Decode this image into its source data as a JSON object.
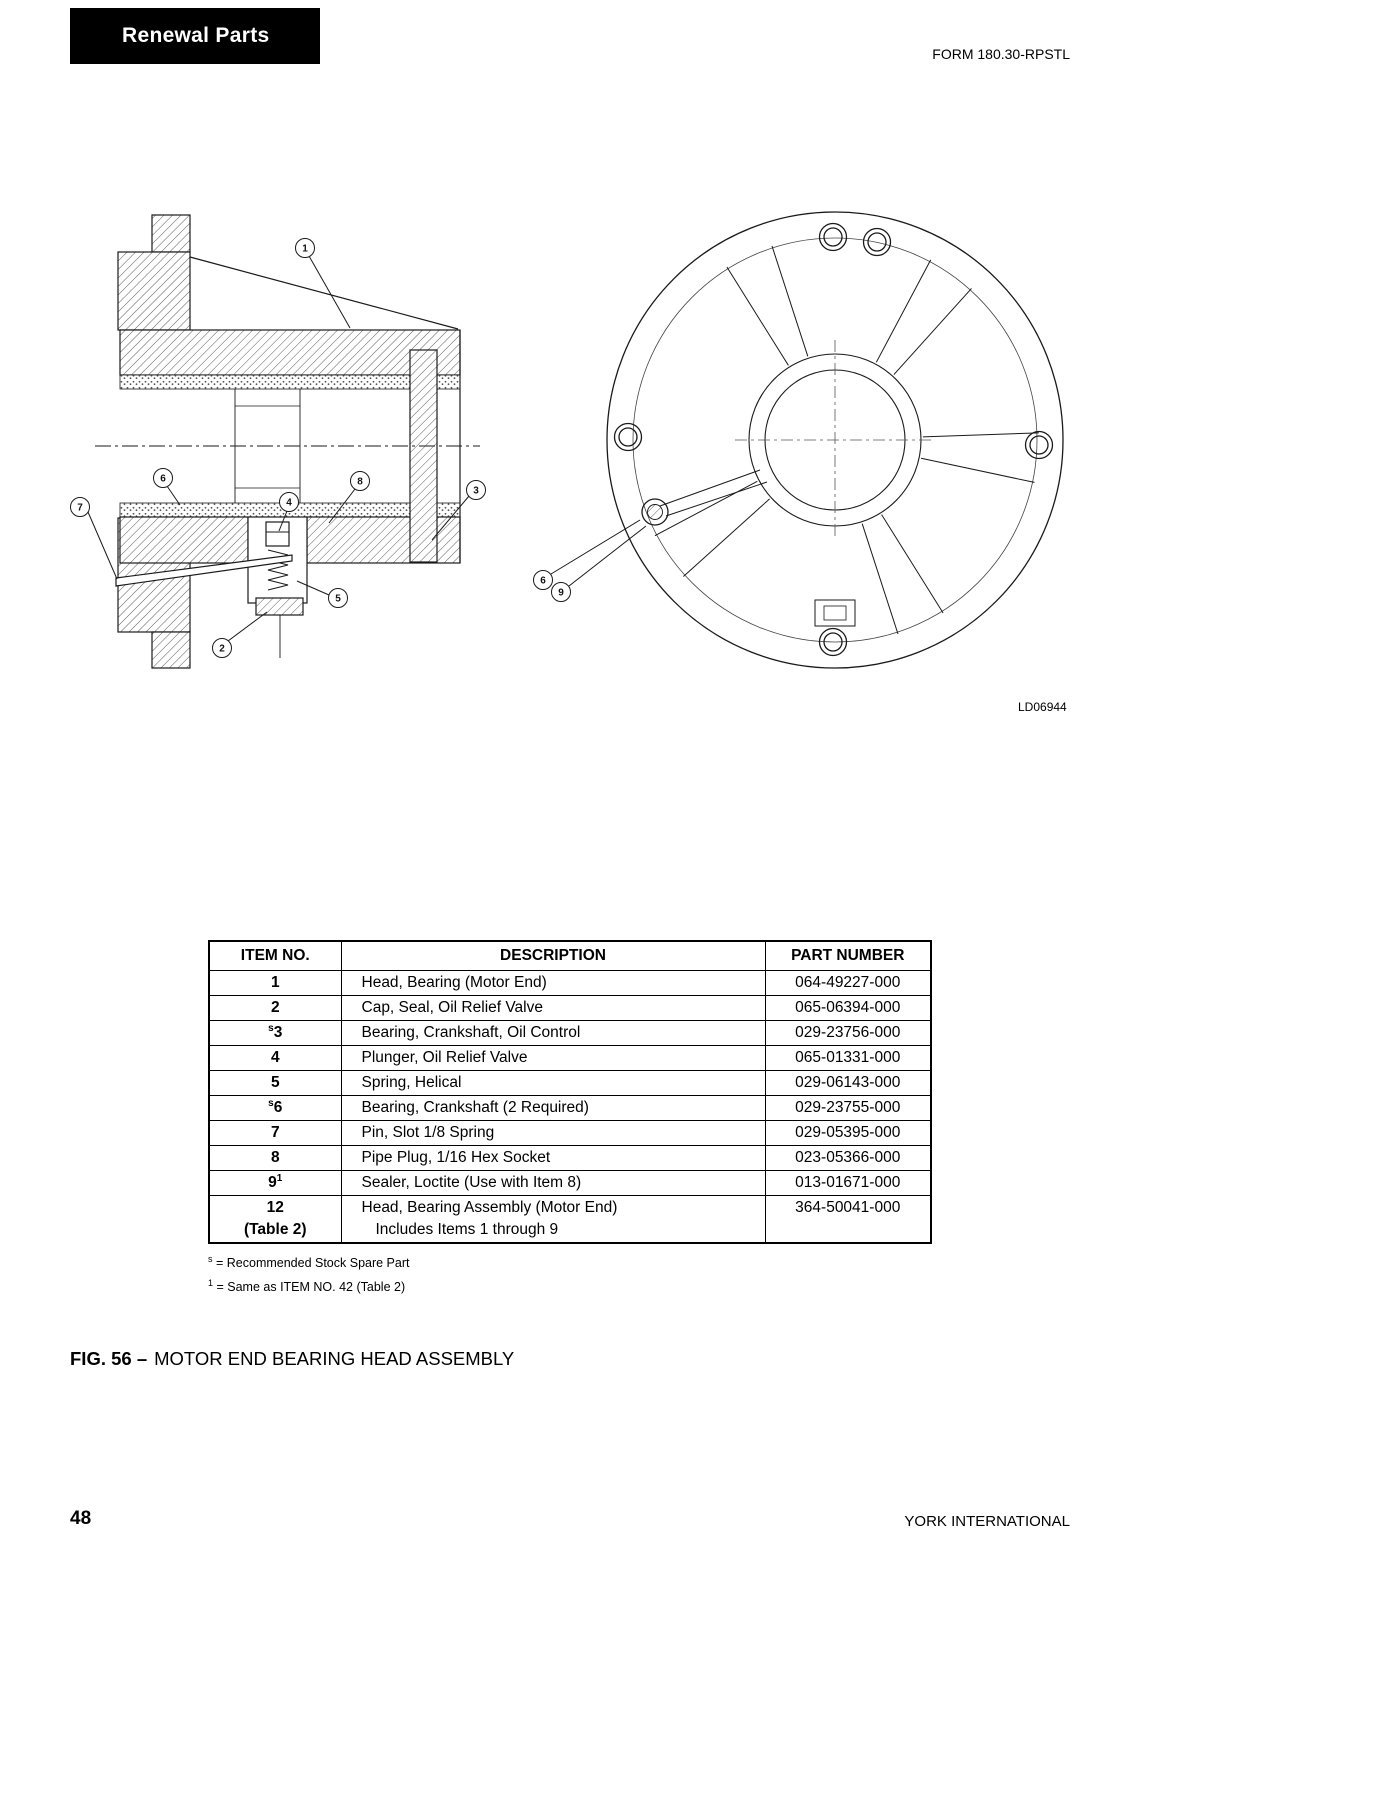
{
  "header": {
    "banner_label": "Renewal Parts",
    "form_number": "FORM 180.30-RPSTL"
  },
  "figure": {
    "drawing_code": "LD06944",
    "left_callouts": [
      "1",
      "2",
      "3",
      "4",
      "5",
      "6",
      "7",
      "8"
    ],
    "right_callouts": [
      "6",
      "9"
    ]
  },
  "table": {
    "headers": [
      "ITEM NO.",
      "DESCRIPTION",
      "PART NUMBER"
    ],
    "rows": [
      {
        "item": "1",
        "desc": "Head, Bearing (Motor End)",
        "part": "064-49227-000"
      },
      {
        "item": "2",
        "desc": "Cap, Seal, Oil Relief Valve",
        "part": "065-06394-000"
      },
      {
        "item": "3",
        "sup_before": "s",
        "desc": "Bearing, Crankshaft, Oil Control",
        "part": "029-23756-000"
      },
      {
        "item": "4",
        "desc": "Plunger, Oil Relief Valve",
        "part": "065-01331-000"
      },
      {
        "item": "5",
        "desc": "Spring, Helical",
        "part": "029-06143-000"
      },
      {
        "item": "6",
        "sup_before": "s",
        "desc": "Bearing, Crankshaft (2 Required)",
        "part": "029-23755-000"
      },
      {
        "item": "7",
        "desc": "Pin, Slot 1/8 Spring",
        "part": "029-05395-000"
      },
      {
        "item": "8",
        "desc": "Pipe Plug, 1/16 Hex Socket",
        "part": "023-05366-000"
      },
      {
        "item": "9",
        "sup_after": "1",
        "desc": "Sealer, Loctite (Use with Item 8)",
        "part": "013-01671-000"
      },
      {
        "item": "12",
        "item_line2": "(Table 2)",
        "desc": "Head, Bearing Assembly (Motor End)",
        "desc_line2": "Includes Items 1 through 9",
        "part": "364-50041-000"
      }
    ]
  },
  "footnotes": [
    {
      "sup": "s",
      "text": "= Recommended Stock Spare Part"
    },
    {
      "sup": "1",
      "text": "= Same as ITEM NO. 42 (Table 2)"
    }
  ],
  "caption": {
    "fig_label": "FIG. 56 –",
    "title": "MOTOR END BEARING HEAD ASSEMBLY"
  },
  "footer": {
    "page_number": "48",
    "company": "YORK INTERNATIONAL"
  }
}
